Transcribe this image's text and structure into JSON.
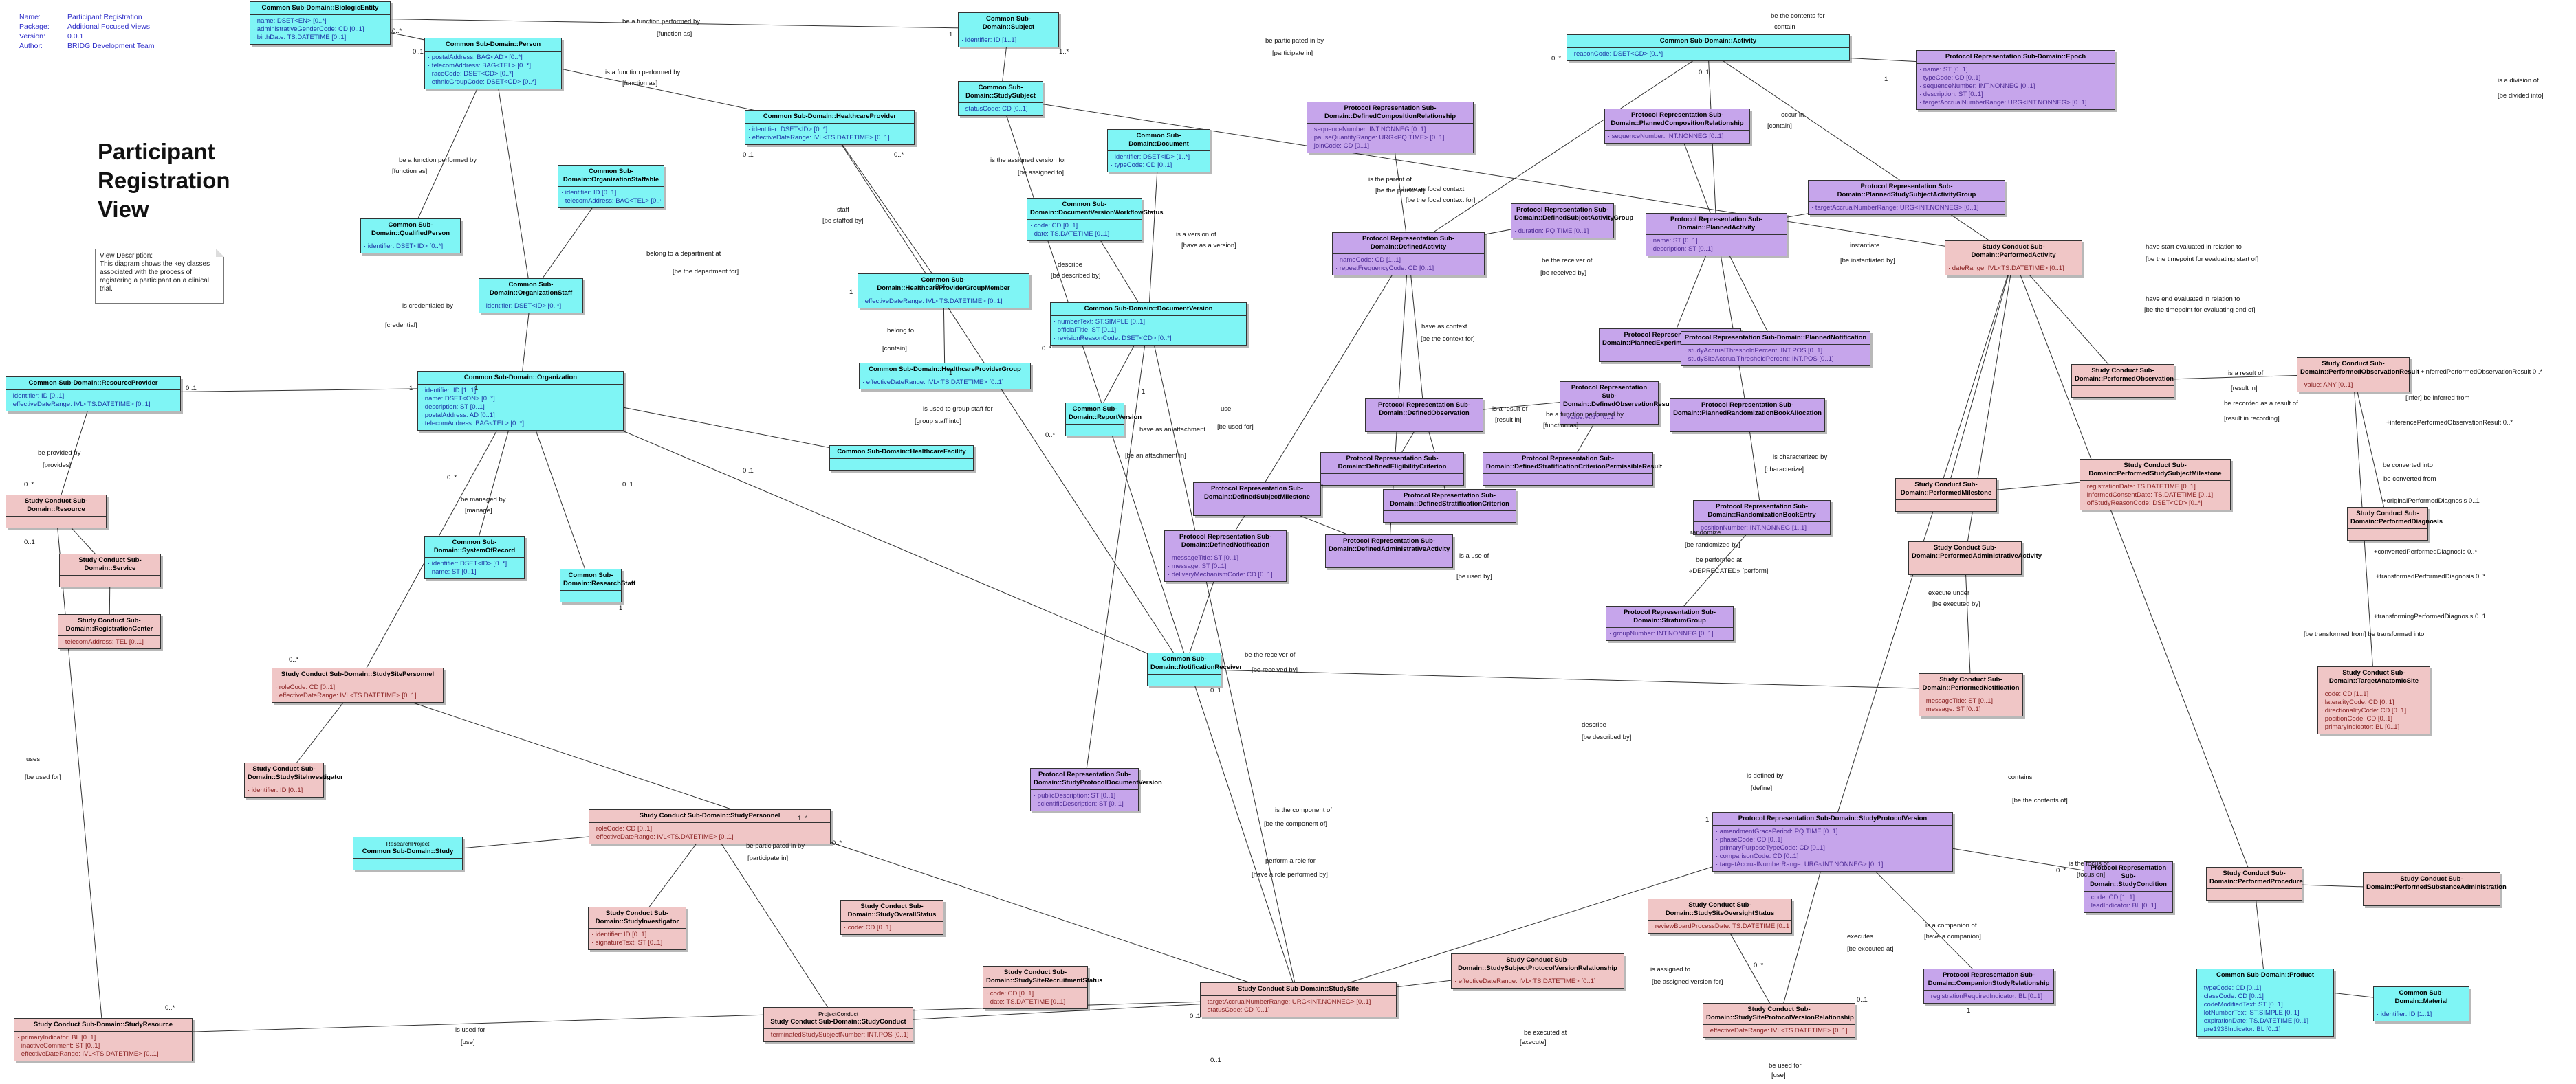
{
  "meta": [
    {
      "key": "Name:",
      "value": "Participant Registration"
    },
    {
      "key": "Package:",
      "value": "Additional Focused Views"
    },
    {
      "key": "Version:",
      "value": "0.0.1"
    },
    {
      "key": "Author:",
      "value": "BRIDG Development Team"
    }
  ],
  "title": "Participant Registration View",
  "note": "View Description:\nThis diagram shows the key classes associated with the process of registering a participant on a clinical trial.",
  "classes": [
    {
      "id": "biologic",
      "c": "c",
      "name": "Common Sub-Domain::BiologicEntity",
      "attrs": [
        "name: DSET<EN> [0..*]",
        "administrativeGenderCode: CD [0..1]",
        "birthDate: TS.DATETIME [0..1]"
      ]
    },
    {
      "id": "person",
      "c": "c",
      "name": "Common Sub-Domain::Person",
      "attrs": [
        "postalAddress: BAG<AD> [0..*]",
        "telecomAddress: BAG<TEL> [0..*]",
        "raceCode: DSET<CD> [0..*]",
        "ethnicGroupCode: DSET<CD> [0..*]"
      ]
    },
    {
      "id": "subject",
      "c": "c",
      "name": "Common Sub-Domain::Subject",
      "attrs": [
        "identifier: ID [1..1]"
      ]
    },
    {
      "id": "studysubject",
      "c": "c",
      "name": "Common Sub-Domain::StudySubject",
      "attrs": [
        "statusCode: CD [0..1]"
      ]
    },
    {
      "id": "activity",
      "c": "c",
      "name": "Common Sub-Domain::Activity",
      "attrs": [
        "reasonCode: DSET<CD> [0..*]"
      ]
    },
    {
      "id": "hcprovider",
      "c": "c",
      "name": "Common Sub-Domain::HealthcareProvider",
      "attrs": [
        "identifier: DSET<ID> [0..*]",
        "effectiveDateRange: IVL<TS.DATETIME> [0..1]"
      ]
    },
    {
      "id": "document",
      "c": "c",
      "name": "Common Sub-Domain::Document",
      "attrs": [
        "identifier: DSET<ID> [1..*]",
        "typeCode: CD [0..1]"
      ]
    },
    {
      "id": "docworkflow",
      "c": "c",
      "name": "Common Sub-Domain::DocumentVersionWorkflowStatus",
      "attrs": [
        "code: CD [0..1]",
        "date: TS.DATETIME [0..1]"
      ]
    },
    {
      "id": "hcpgroupmember",
      "c": "c",
      "name": "Common Sub-Domain::HealthcareProviderGroupMember",
      "attrs": [
        "effectiveDateRange: IVL<TS.DATETIME> [0..1]"
      ]
    },
    {
      "id": "hcpgroup",
      "c": "c",
      "name": "Common Sub-Domain::HealthcareProviderGroup",
      "attrs": [
        "effectiveDateRange: IVL<TS.DATETIME> [0..1]"
      ]
    },
    {
      "id": "hcfacility",
      "c": "c",
      "name": "Common Sub-Domain::HealthcareFacility",
      "attrs": []
    },
    {
      "id": "docversion",
      "c": "c",
      "name": "Common Sub-Domain::DocumentVersion",
      "attrs": [
        "numberText: ST.SIMPLE [0..1]",
        "officialTitle: ST [0..1]",
        "revisionReasonCode: DSET<CD> [0..*]"
      ]
    },
    {
      "id": "reportversion",
      "c": "c",
      "name": "Common Sub-Domain::ReportVersion",
      "attrs": []
    },
    {
      "id": "qualifiedperson",
      "c": "c",
      "name": "Common Sub-Domain::QualifiedPerson",
      "attrs": [
        "identifier: DSET<ID> [0..*]"
      ]
    },
    {
      "id": "orgstaffable",
      "c": "c",
      "name": "Common Sub-Domain::OrganizationStaffable",
      "attrs": [
        "identifier: ID [0..1]",
        "telecomAddress: BAG<TEL> [0..*]"
      ]
    },
    {
      "id": "orgstaff",
      "c": "c",
      "name": "Common Sub-Domain::OrganizationStaff",
      "attrs": [
        "identifier: DSET<ID> [0..*]"
      ]
    },
    {
      "id": "resourceprovider",
      "c": "c",
      "name": "Common Sub-Domain::ResourceProvider",
      "attrs": [
        "identifier: ID [0..1]",
        "effectiveDateRange: IVL<TS.DATETIME> [0..1]"
      ]
    },
    {
      "id": "organization",
      "c": "c",
      "name": "Common Sub-Domain::Organization",
      "attrs": [
        "identifier: ID [1..1]",
        "name: DSET<ON> [0..*]",
        "description: ST [0..1]",
        "postalAddress: AD [0..1]",
        "telecomAddress: BAG<TEL> [0..*]"
      ]
    },
    {
      "id": "systemofrecord",
      "c": "c",
      "name": "Common Sub-Domain::SystemOfRecord",
      "attrs": [
        "identifier: DSET<ID> [0..*]",
        "name: ST [0..1]"
      ]
    },
    {
      "id": "researchstaff",
      "c": "c",
      "name": "Common Sub-Domain::ResearchStaff",
      "attrs": []
    },
    {
      "id": "notifreceiver",
      "c": "c",
      "name": "Common Sub-Domain::NotificationReceiver",
      "attrs": []
    },
    {
      "id": "study",
      "c": "c",
      "name": "Common Sub-Domain::Study",
      "stereo": "ResearchProject",
      "attrs": []
    },
    {
      "id": "product",
      "c": "c",
      "name": "Common Sub-Domain::Product",
      "attrs": [
        "typeCode: CD [0..1]",
        "classCode: CD [0..1]",
        "codeModifiedText: ST [0..1]",
        "lotNumberText: ST.SIMPLE [0..1]",
        "expirationDate: TS.DATETIME [0..1]",
        "pre1938Indicator: BL [0..1]"
      ]
    },
    {
      "id": "material",
      "c": "c",
      "name": "Common Sub-Domain::Material",
      "attrs": [
        "identifier: ID [1..1]"
      ]
    },
    {
      "id": "epoch",
      "c": "p",
      "name": "Protocol Representation Sub-Domain::Epoch",
      "attrs": [
        "name: ST [0..1]",
        "typeCode: CD [0..1]",
        "sequenceNumber: INT.NONNEG [0..1]",
        "description: ST [0..1]",
        "targetAccrualNumberRange: URG<INT.NONNEG> [0..1]"
      ]
    },
    {
      "id": "defcomprel",
      "c": "p",
      "name": "Protocol Representation Sub-Domain::DefinedCompositionRelationship",
      "attrs": [
        "sequenceNumber: INT.NONNEG [0..1]",
        "pauseQuantityRange: URG<PQ.TIME> [0..1]",
        "joinCode: CD [0..1]"
      ]
    },
    {
      "id": "plancomprel",
      "c": "p",
      "name": "Protocol Representation Sub-Domain::PlannedCompositionRelationship",
      "attrs": [
        "sequenceNumber: INT.NONNEG [0..1]"
      ]
    },
    {
      "id": "plannedstudysubjactgroup",
      "c": "p",
      "name": "Protocol Representation Sub-Domain::PlannedStudySubjectActivityGroup",
      "attrs": [
        "targetAccrualNumberRange: URG<INT.NONNEG> [0..1]"
      ]
    },
    {
      "id": "defsubjactgroup",
      "c": "p",
      "name": "Protocol Representation Sub-Domain::DefinedSubjectActivityGroup",
      "attrs": [
        "duration: PQ.TIME [0..1]"
      ]
    },
    {
      "id": "definedactivity",
      "c": "p",
      "name": "Protocol Representation Sub-Domain::DefinedActivity",
      "attrs": [
        "nameCode: CD [1..1]",
        "repeatFrequencyCode: CD [0..1]"
      ]
    },
    {
      "id": "plannedactivity",
      "c": "p",
      "name": "Protocol Representation Sub-Domain::PlannedActivity",
      "attrs": [
        "name: ST [0..1]",
        "description: ST [0..1]"
      ]
    },
    {
      "id": "plannedexpunit",
      "c": "p",
      "name": "Protocol Representation Sub-Domain::PlannedExperimentalUnitAllocation",
      "attrs": []
    },
    {
      "id": "plannednotif",
      "c": "p",
      "name": "Protocol Representation Sub-Domain::PlannedNotification",
      "attrs": [
        "studyAccrualThresholdPercent: INT.POS [0..1]",
        "studySiteAccrualThresholdPercent: INT.POS [0..1]"
      ]
    },
    {
      "id": "defobservation",
      "c": "p",
      "name": "Protocol Representation Sub-Domain::DefinedObservation",
      "attrs": []
    },
    {
      "id": "defobsresult",
      "c": "p",
      "name": "Protocol Representation Sub-Domain::DefinedObservationResult",
      "attrs": [
        "value: ANY [0..1]"
      ]
    },
    {
      "id": "plannedrandalloc",
      "c": "p",
      "name": "Protocol Representation Sub-Domain::PlannedRandomizationBookAllocation",
      "attrs": []
    },
    {
      "id": "defeligcrit",
      "c": "p",
      "name": "Protocol Representation Sub-Domain::DefinedEligibilityCriterion",
      "attrs": []
    },
    {
      "id": "defstratcrit",
      "c": "p",
      "name": "Protocol Representation Sub-Domain::DefinedStratificationCriterion",
      "attrs": []
    },
    {
      "id": "defstratpermres",
      "c": "p",
      "name": "Protocol Representation Sub-Domain::DefinedStratificationCriterionPermissibleResult",
      "attrs": []
    },
    {
      "id": "defsubjmilestone",
      "c": "p",
      "name": "Protocol Representation Sub-Domain::DefinedSubjectMilestone",
      "attrs": []
    },
    {
      "id": "defnotification",
      "c": "p",
      "name": "Protocol Representation Sub-Domain::DefinedNotification",
      "attrs": [
        "messageTitle: ST [0..1]",
        "message: ST [0..1]",
        "deliveryMechanismCode: CD [0..1]"
      ]
    },
    {
      "id": "defadminact",
      "c": "p",
      "name": "Protocol Representation Sub-Domain::DefinedAdministrativeActivity",
      "attrs": []
    },
    {
      "id": "randbookentry",
      "c": "p",
      "name": "Protocol Representation Sub-Domain::RandomizationBookEntry",
      "attrs": [
        "positionNumber: INT.NONNEG [1..1]"
      ]
    },
    {
      "id": "stratumgroup",
      "c": "p",
      "name": "Protocol Representation Sub-Domain::StratumGroup",
      "attrs": [
        "groupNumber: INT.NONNEG [0..1]"
      ]
    },
    {
      "id": "studyprotdocversion",
      "c": "p",
      "name": "Protocol Representation Sub-Domain::StudyProtocolDocumentVersion",
      "attrs": [
        "publicDescription: ST [0..1]",
        "scientificDescription: ST [0..1]"
      ]
    },
    {
      "id": "studyprotversion",
      "c": "p",
      "name": "Protocol Representation Sub-Domain::StudyProtocolVersion",
      "attrs": [
        "amendmentGracePeriod: PQ.TIME [0..1]",
        "phaseCode: CD [0..1]",
        "primaryPurposeTypeCode: CD [0..1]",
        "comparisonCode: CD [0..1]",
        "targetAccrualNumberRange: URG<INT.NONNEG> [0..1]"
      ]
    },
    {
      "id": "studycondition",
      "c": "p",
      "name": "Protocol Representation Sub-Domain::StudyCondition",
      "attrs": [
        "code: CD [1..1]",
        "leadIndicator: BL [0..1]"
      ]
    },
    {
      "id": "companionstudyrel",
      "c": "p",
      "name": "Protocol Representation Sub-Domain::CompanionStudyRelationship",
      "attrs": [
        "registrationRequiredIndicator: BL [0..1]"
      ]
    },
    {
      "id": "resource",
      "c": "s",
      "name": "Study Conduct Sub-Domain::Resource",
      "attrs": []
    },
    {
      "id": "service",
      "c": "s",
      "name": "Study Conduct Sub-Domain::Service",
      "attrs": []
    },
    {
      "id": "regcenter",
      "c": "s",
      "name": "Study Conduct Sub-Domain::RegistrationCenter",
      "attrs": [
        "telecomAddress: TEL [0..1]"
      ]
    },
    {
      "id": "studysitepersonnel",
      "c": "s",
      "name": "Study Conduct Sub-Domain::StudySitePersonnel",
      "attrs": [
        "roleCode: CD [0..1]",
        "effectiveDateRange: IVL<TS.DATETIME> [0..1]"
      ]
    },
    {
      "id": "studysiteinvestigator",
      "c": "s",
      "name": "Study Conduct Sub-Domain::StudySiteInvestigator",
      "attrs": [
        "identifier: ID [0..1]"
      ]
    },
    {
      "id": "studypersonnel",
      "c": "s",
      "name": "Study Conduct Sub-Domain::StudyPersonnel",
      "attrs": [
        "roleCode: CD [0..1]",
        "effectiveDateRange: IVL<TS.DATETIME> [0..1]"
      ]
    },
    {
      "id": "studyinvestigator",
      "c": "s",
      "name": "Study Conduct Sub-Domain::StudyInvestigator",
      "attrs": [
        "identifier: ID [0..1]",
        "signatureText: ST [0..1]"
      ]
    },
    {
      "id": "studyoverallstatus",
      "c": "s",
      "name": "Study Conduct Sub-Domain::StudyOverallStatus",
      "attrs": [
        "code: CD [0..1]"
      ]
    },
    {
      "id": "studysiterecruitstatus",
      "c": "s",
      "name": "Study Conduct Sub-Domain::StudySiteRecruitmentStatus",
      "attrs": [
        "code: CD [0..1]",
        "date: TS.DATETIME [0..1]"
      ]
    },
    {
      "id": "studyconduct",
      "c": "s",
      "name": "Study Conduct Sub-Domain::StudyConduct",
      "stereo": "ProjectConduct",
      "attrs": [
        "terminatedStudySubjectNumber: INT.POS [0..1]"
      ]
    },
    {
      "id": "studysite",
      "c": "s",
      "name": "Study Conduct Sub-Domain::StudySite",
      "attrs": [
        "targetAccrualNumberRange: URG<INT.NONNEG> [0..1]",
        "statusCode: CD [0..1]"
      ]
    },
    {
      "id": "studyresource",
      "c": "s",
      "name": "Study Conduct Sub-Domain::StudyResource",
      "attrs": [
        "primaryIndicator: BL [0..1]",
        "inactiveComment: ST [0..1]",
        "effectiveDateRange: IVL<TS.DATETIME> [0..1]"
      ]
    },
    {
      "id": "studysiteoversightstatus",
      "c": "s",
      "name": "Study Conduct Sub-Domain::StudySiteOversightStatus",
      "attrs": [
        "reviewBoardProcessDate: TS.DATETIME [0..1]"
      ]
    },
    {
      "id": "studysubjprotversionrel",
      "c": "s",
      "name": "Study Conduct Sub-Domain::StudySubjectProtocolVersionRelationship",
      "attrs": [
        "effectiveDateRange: IVL<TS.DATETIME> [0..1]"
      ]
    },
    {
      "id": "studysiteprotversionrel",
      "c": "s",
      "name": "Study Conduct Sub-Domain::StudySiteProtocolVersionRelationship",
      "attrs": [
        "effectiveDateRange: IVL<TS.DATETIME> [0..1]"
      ]
    },
    {
      "id": "performedactivity",
      "c": "s",
      "name": "Study Conduct Sub-Domain::PerformedActivity",
      "attrs": [
        "dateRange: IVL<TS.DATETIME> [0..1]"
      ]
    },
    {
      "id": "performedobservation",
      "c": "s",
      "name": "Study Conduct Sub-Domain::PerformedObservation",
      "attrs": []
    },
    {
      "id": "performedobsresult",
      "c": "s",
      "name": "Study Conduct Sub-Domain::PerformedObservationResult",
      "attrs": [
        "value: ANY [0..1]"
      ]
    },
    {
      "id": "performedsubjmilestone",
      "c": "s",
      "name": "Study Conduct Sub-Domain::PerformedStudySubjectMilestone",
      "attrs": [
        "registrationDate: TS.DATETIME [0..1]",
        "informedConsentDate: TS.DATETIME [0..1]",
        "offStudyReasonCode: DSET<CD> [0..*]"
      ]
    },
    {
      "id": "performedmilestone",
      "c": "s",
      "name": "Study Conduct Sub-Domain::PerformedMilestone",
      "attrs": []
    },
    {
      "id": "performedadminact",
      "c": "s",
      "name": "Study Conduct Sub-Domain::PerformedAdministrativeActivity",
      "attrs": []
    },
    {
      "id": "performeddiagnosis",
      "c": "s",
      "name": "Study Conduct Sub-Domain::PerformedDiagnosis",
      "attrs": []
    },
    {
      "id": "targetanatomicsite",
      "c": "s",
      "name": "Study Conduct Sub-Domain::TargetAnatomicSite",
      "attrs": [
        "code: CD [1..1]",
        "lateralityCode: CD [0..1]",
        "directionalityCode: CD [0..1]",
        "positionCode: CD [0..1]",
        "primaryIndicator: BL [0..1]"
      ]
    },
    {
      "id": "performednotification",
      "c": "s",
      "name": "Study Conduct Sub-Domain::PerformedNotification",
      "attrs": [
        "messageTitle: ST [0..1]",
        "message: ST [0..1]"
      ]
    },
    {
      "id": "performedprocedure",
      "c": "s",
      "name": "Study Conduct Sub-Domain::PerformedProcedure",
      "attrs": []
    },
    {
      "id": "performedsubstadmin",
      "c": "s",
      "name": "Study Conduct Sub-Domain::PerformedSubstanceAdministration",
      "attrs": []
    }
  ],
  "labels": [
    "be a function performed by",
    "[function as]",
    "is a function performed by",
    "[function as]",
    "be participated in by",
    "[participate in]",
    "be the contents for",
    "contain",
    "occur in",
    "[contain]",
    "is a division of",
    "[be divided into]",
    "is the assigned version for",
    "[be assigned to]",
    "is a version of",
    "[have as a version]",
    "belong to a department at",
    "[be the department for]",
    "staff",
    "[be staffed by]",
    "be a function performed by",
    "[function as]",
    "is credentialed by",
    "[credential]",
    "be managed by",
    "[manage]",
    "be provided by",
    "[provides]",
    "belong to",
    "[contain]",
    "is used to group staff for",
    "[group staff into]",
    "describe",
    "[be described by]",
    "have as an attachment",
    "[be an attachment in]",
    "use",
    "[be used for]",
    "be the receiver of",
    "[be received by]",
    "perform a role for",
    "[have a role performed by]",
    "be participated in by",
    "[participate in]",
    "is the focus of",
    "[focus on]",
    "is a companion of",
    "[have a companion]",
    "executes",
    "[be executed at]",
    "is assigned to",
    "[be assigned version for]",
    "be executed at",
    "[execute]",
    "is used for",
    "[use]",
    "be used for",
    "[use]",
    "uses",
    "[be used for]",
    "instantiate",
    "[be instantiated by]",
    "have start evaluated in relation to",
    "[be the timepoint for evaluating start of]",
    "have end evaluated in relation to",
    "[be the timepoint for evaluating end of]",
    "is a result of",
    "[result in]",
    "be recorded as a result of",
    "[result in recording]",
    "+inferredPerformedObservationResult 0..*",
    "[infer] be inferred from",
    "+inferencePerformedObservationResult 0..*",
    "be converted into",
    "be converted from",
    "+originalPerformedDiagnosis 0..1",
    "+convertedPerformedDiagnosis 0..*",
    "+transformedPerformedDiagnosis 0..*",
    "+transformingPerformedDiagnosis 0..1",
    "[be transformed from] be transformed into",
    "describe",
    "[be described by]",
    "is defined by",
    "[define]",
    "is characterized by",
    "[characterize]",
    "randomize",
    "[be randomized by]",
    "be performed at",
    "«DEPRECATED» [perform]",
    "execute under",
    "[be executed by]",
    "contains",
    "[be the contents of]",
    "is the component of",
    "[be the component of]",
    "is the parent of",
    "[be the parent of]",
    "have as focal context",
    "[be the focal context for]",
    "have as context",
    "[be the context for]",
    "is a use of",
    "[be used by]",
    "is a result of",
    "[result in]",
    "be the receiver of",
    "[be received by]",
    "be a function performed by",
    "[function as]"
  ],
  "multiplicities": [
    "0..*",
    "0..1",
    "1",
    "1..*",
    "0..*",
    "0..1",
    "1",
    "0..*",
    "0..1",
    "1",
    "0..*",
    "1",
    "0..1",
    "0..*",
    "1",
    "0..*",
    "0..1",
    "1",
    "0..*",
    "0..1",
    "1",
    "0..*",
    "0..1",
    "1",
    "0..*",
    "0..1",
    "1..*",
    "0..*",
    "0..1",
    "1",
    "0..*",
    "0..1",
    "1",
    "0..*",
    "0..1",
    "0..*"
  ]
}
